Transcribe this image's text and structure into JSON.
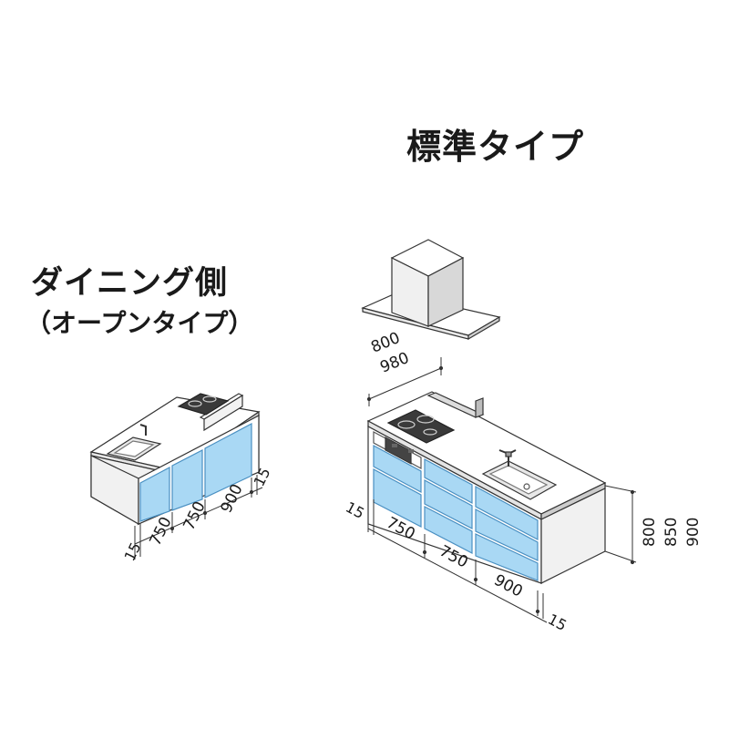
{
  "standard": {
    "title": "標準タイプ",
    "hood_dims": [
      "800",
      "980"
    ],
    "height_dims": [
      "800",
      "850",
      "900"
    ],
    "bottom_dims": [
      "15",
      "750",
      "750",
      "900",
      "15"
    ]
  },
  "dining": {
    "title": "ダイニング側",
    "subtitle": "（オープンタイプ）",
    "bottom_dims": [
      "15",
      "750",
      "750",
      "900",
      "15"
    ]
  },
  "colors": {
    "panel_blue": "#a9d8f4",
    "panel_blue_dark": "#7fc0e8",
    "side_gray": "#f1f1f1",
    "line": "#333333"
  }
}
